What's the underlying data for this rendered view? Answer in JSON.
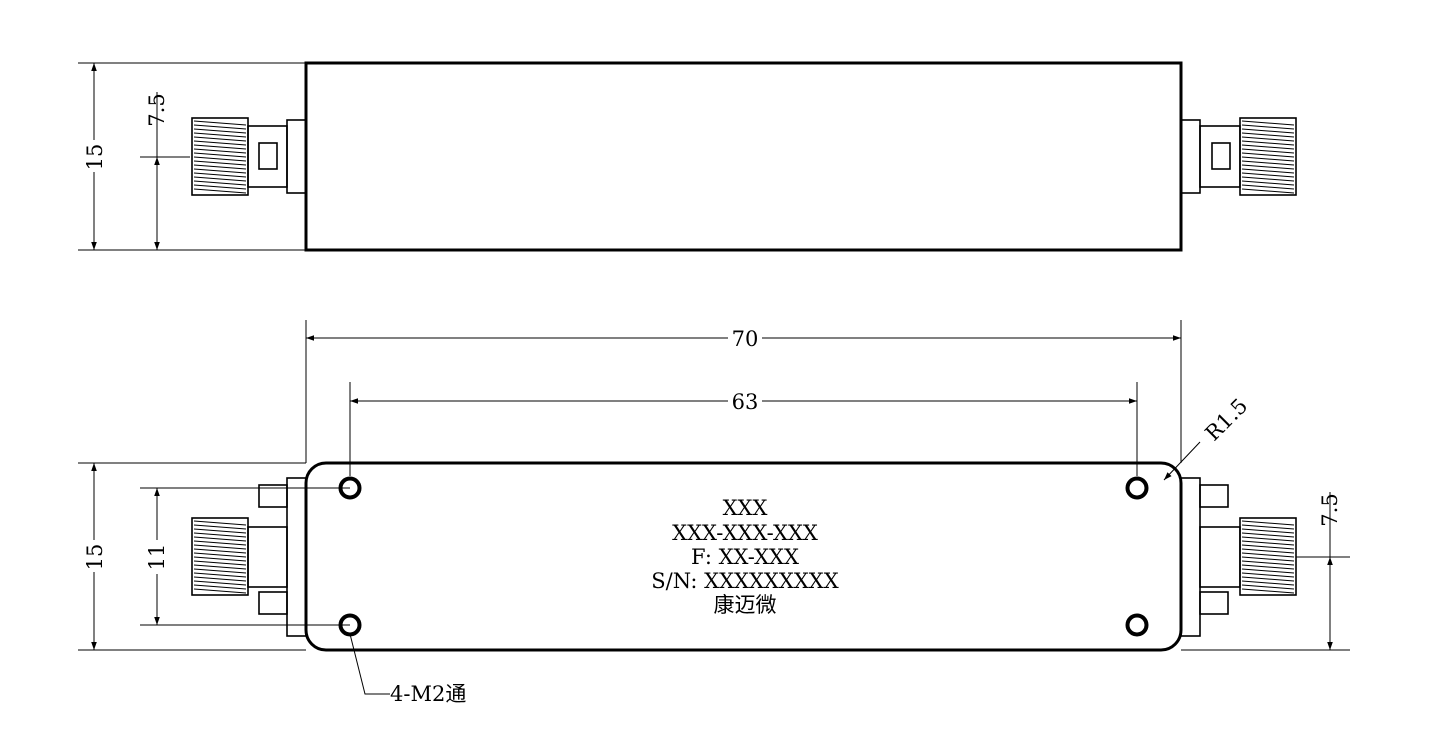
{
  "top_view": {
    "dim_height": "15",
    "dim_center": "7.5"
  },
  "bottom_view": {
    "dim_length": "70",
    "dim_hole_spacing": "63",
    "dim_radius": "R1.5",
    "dim_height": "15",
    "dim_hole_vertical": "11",
    "dim_center": "7.5",
    "hole_callout": "4-M2通",
    "label_lines": [
      "XXX",
      "XXX-XXX-XXX",
      "F: XX-XXX",
      "S/N: XXXXXXXXX",
      "康迈微"
    ]
  },
  "colors": {
    "line": "#000000",
    "background": "#ffffff"
  }
}
